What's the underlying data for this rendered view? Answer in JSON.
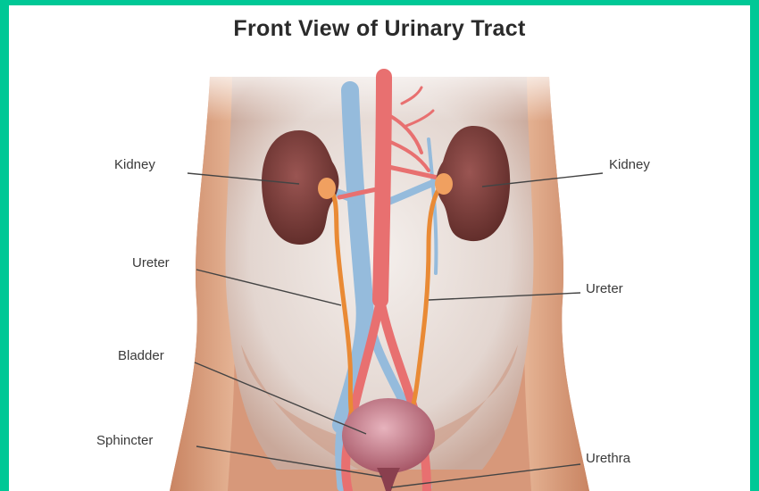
{
  "title": "Front View of Urinary Tract",
  "labels": {
    "kidney_left": "Kidney",
    "kidney_right": "Kidney",
    "ureter_left": "Ureter",
    "ureter_right": "Ureter",
    "bladder": "Bladder",
    "sphincter": "Sphincter",
    "urethra": "Urethra"
  },
  "colors": {
    "background_border": "#00c896",
    "skin": "#d99a7a",
    "kidney": "#7a3d3a",
    "ureter": "#e8852e",
    "artery": "#e86a6a",
    "vein": "#8fb7d9",
    "bladder": "#c97a86"
  }
}
